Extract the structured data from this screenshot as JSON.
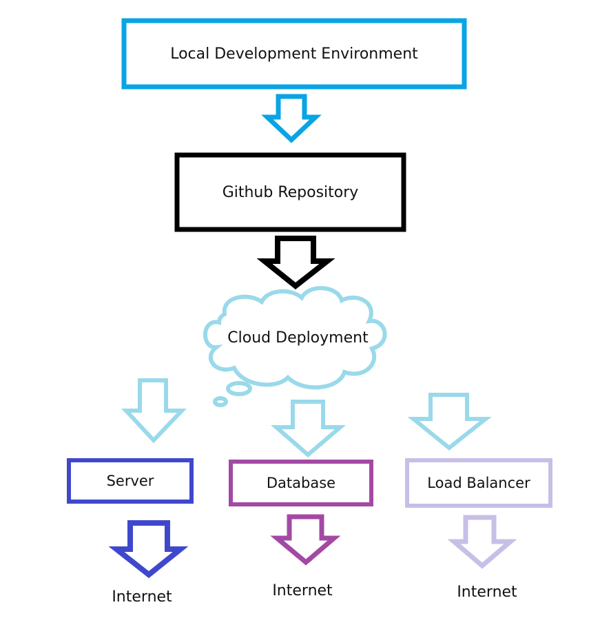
{
  "diagram": {
    "nodes": {
      "local_env": {
        "label": "Local Development Environment",
        "color": "#0aa4e4"
      },
      "github": {
        "label": "Github Repository",
        "color": "#000000"
      },
      "cloud": {
        "label": "Cloud Deployment",
        "color": "#99d9ea"
      },
      "server": {
        "label": "Server",
        "color": "#3f48cc"
      },
      "database": {
        "label": "Database",
        "color": "#a349a4"
      },
      "load_balancer": {
        "label": "Load Balancer",
        "color": "#c8bfe7"
      }
    },
    "outputs": {
      "server_internet": "Internet",
      "database_internet": "Internet",
      "load_balancer_internet": "Internet"
    },
    "edges": [
      {
        "from": "local_env",
        "to": "github"
      },
      {
        "from": "github",
        "to": "cloud"
      },
      {
        "from": "cloud",
        "to": "server"
      },
      {
        "from": "cloud",
        "to": "database"
      },
      {
        "from": "cloud",
        "to": "load_balancer"
      },
      {
        "from": "server",
        "to": "server_internet"
      },
      {
        "from": "database",
        "to": "database_internet"
      },
      {
        "from": "load_balancer",
        "to": "load_balancer_internet"
      }
    ]
  }
}
